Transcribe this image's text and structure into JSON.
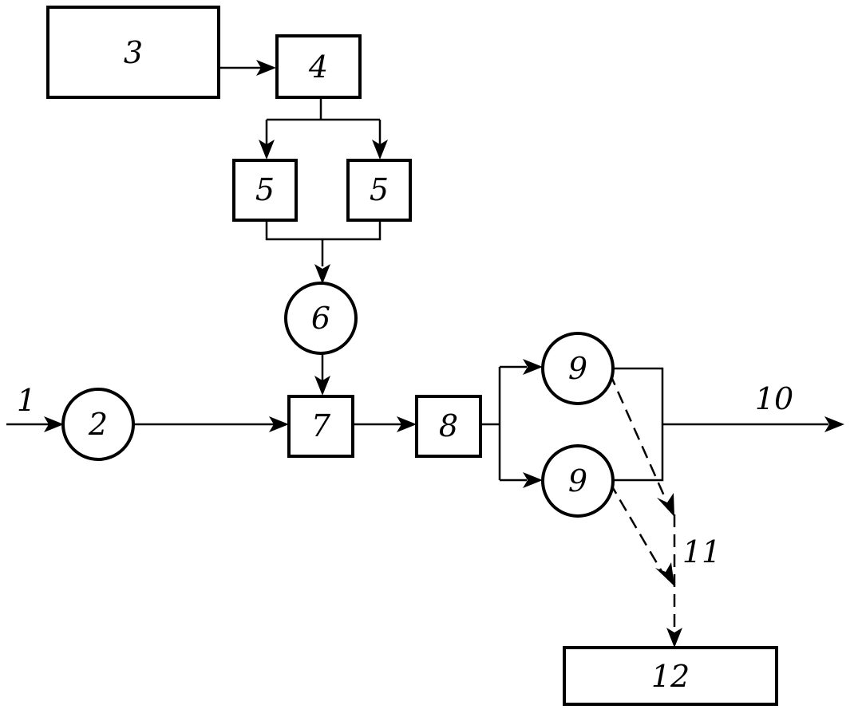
{
  "diagram": {
    "labels": {
      "n1": "1",
      "n2": "2",
      "n3": "3",
      "n4": "4",
      "n5a": "5",
      "n5b": "5",
      "n6": "6",
      "n7": "7",
      "n8": "8",
      "n9a": "9",
      "n9b": "9",
      "n10": "10",
      "n11": "11",
      "n12": "12"
    },
    "colors": {
      "stroke": "#000000",
      "background": "#ffffff"
    }
  }
}
